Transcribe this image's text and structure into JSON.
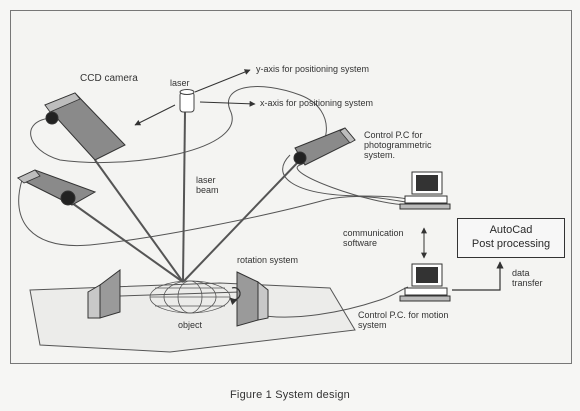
{
  "labels": {
    "ccd_camera": "CCD camera",
    "laser": "laser",
    "y_axis": "y-axis for positioning system",
    "x_axis": "x-axis for positioning system",
    "laser_beam": "laser\nbeam",
    "control_photo": "Control P.C for\nphotogrammetric\nsystem.",
    "communication": "communication\nsoftware",
    "rotation": "rotation system",
    "object": "object",
    "control_motion": "Control P.C. for motion\nsystem",
    "data_transfer": "data\ntransfer"
  },
  "output_box": {
    "line1": "AutoCad",
    "line2": "Post processing"
  },
  "caption": "Figure 1  System design"
}
